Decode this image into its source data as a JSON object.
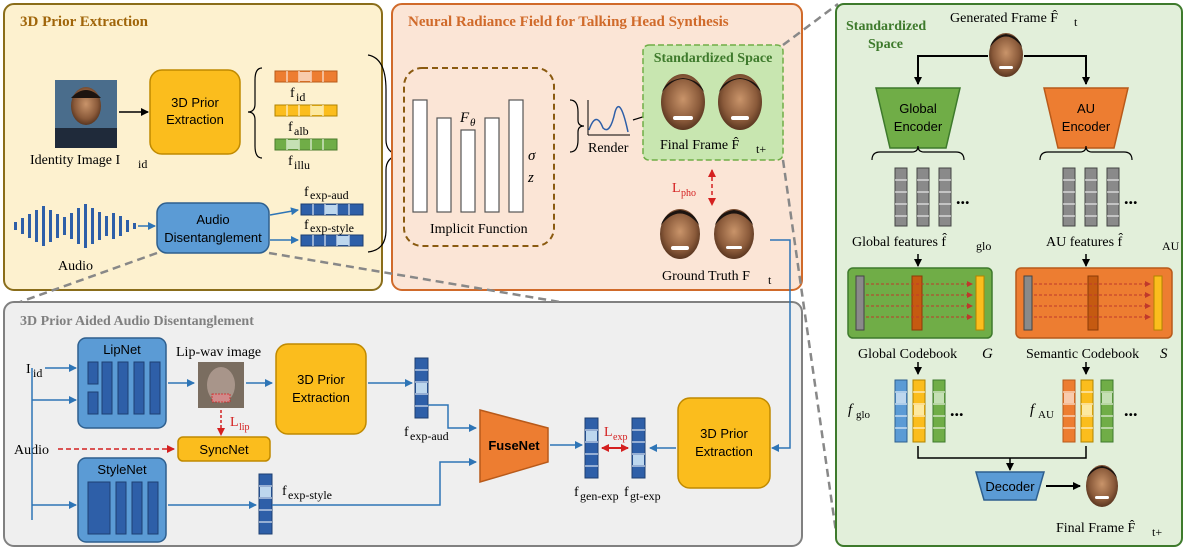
{
  "prior_extraction": {
    "title": "3D Prior Extraction",
    "identity_label": "Identity Image I",
    "identity_sub": "id",
    "box_label_1": "3D Prior",
    "box_label_2": "Extraction",
    "f_id": "f",
    "f_id_sub": "id",
    "f_alb": "f",
    "f_alb_sub": "alb",
    "f_illu": "f",
    "f_illu_sub": "illu",
    "audio_label": "Audio",
    "audio_box_1": "Audio",
    "audio_box_2": "Disentanglement",
    "f_exp_aud": "f",
    "f_exp_aud_sub": "exp-aud",
    "f_exp_style": "f",
    "f_exp_style_sub": "exp-style"
  },
  "nerf": {
    "title": "Neural Radiance Field for Talking Head Synthesis",
    "f_theta": "F",
    "f_theta_sub": "θ",
    "sigma": "σ",
    "z": "z",
    "implicit": "Implicit Function",
    "render": "Render",
    "std_space": "Standardized Space",
    "final_frame": "Final Frame F̂",
    "final_frame_sub": "t+",
    "l_pho": "L",
    "l_pho_sub": "pho",
    "ground_truth": "Ground Truth F",
    "ground_truth_sub": "t"
  },
  "standardized": {
    "title_1": "Standardized",
    "title_2": "Space",
    "generated": "Generated Frame F̂",
    "generated_sub": "t",
    "global_enc_1": "Global",
    "global_enc_2": "Encoder",
    "au_enc_1": "AU",
    "au_enc_2": "Encoder",
    "ellipsis": "...",
    "global_features": "Global features f̂",
    "global_features_sub": "glo",
    "au_features": "AU features f̂",
    "au_features_sub": "AU",
    "global_codebook": "Global Codebook",
    "global_codebook_sym": "G",
    "semantic_codebook": "Semantic Codebook",
    "semantic_codebook_sym": "S",
    "f_glo": "f",
    "f_glo_sub": "glo",
    "f_au": "f",
    "f_au_sub": "AU",
    "decoder": "Decoder",
    "final_frame": "Final Frame F̂",
    "final_frame_sub": "t+"
  },
  "aided": {
    "title": "3D Prior Aided Audio Disentanglement",
    "i_id": "I",
    "i_id_sub": "id",
    "lipnet": "LipNet",
    "lip_wav": "Lip-wav image",
    "prior_1": "3D Prior",
    "prior_2": "Extraction",
    "l_lip": "L",
    "l_lip_sub": "lip",
    "audio": "Audio",
    "syncnet": "SyncNet",
    "stylenet": "StyleNet",
    "f_exp_aud": "f",
    "f_exp_aud_sub": "exp-aud",
    "f_exp_style": "f",
    "f_exp_style_sub": "exp-style",
    "fusenet": "FuseNet",
    "l_exp": "L",
    "l_exp_sub": "exp",
    "prior2_1": "3D Prior",
    "prior2_2": "Extraction",
    "f_gen_exp": "f",
    "f_gen_exp_sub": "gen-exp",
    "f_gt_exp": "f",
    "f_gt_exp_sub": "gt-exp"
  },
  "colors": {
    "yellow_panel": "#fdf1cf",
    "orange_panel": "#fbe5d6",
    "grey_panel": "#efefef",
    "green_panel": "#e2efda",
    "yellow_box": "#fbbd1d",
    "blue_box": "#5b9bd5",
    "green_box": "#70ad47",
    "orange_box": "#ed7d31",
    "arrow_blue": "#2e75b6",
    "red": "#d42020"
  }
}
